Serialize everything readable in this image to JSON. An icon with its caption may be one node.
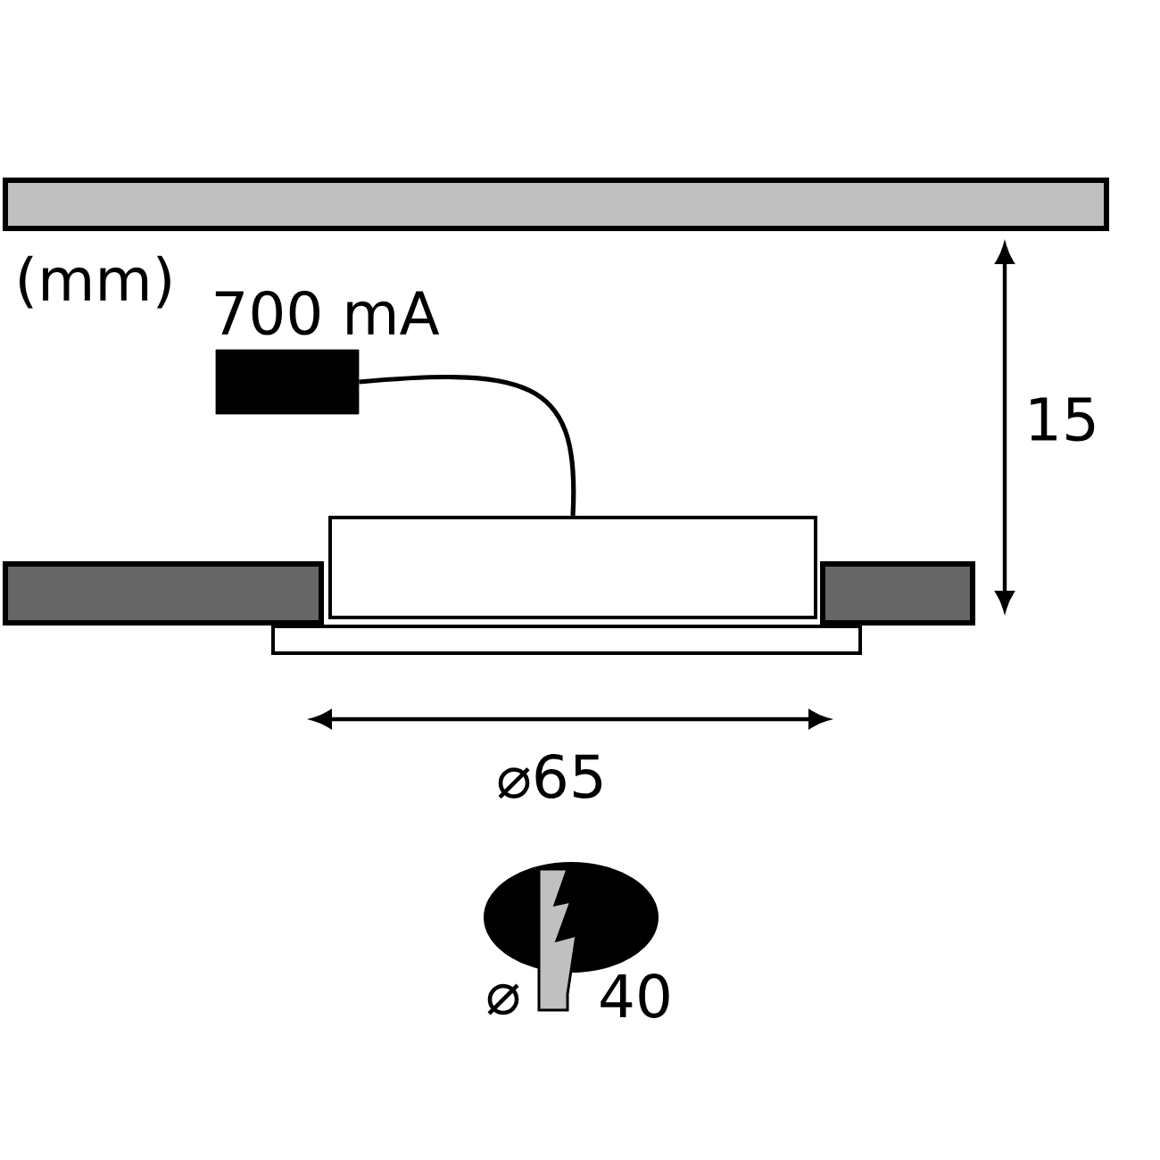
{
  "diagram": {
    "nodes": [
      {
        "text": [
          "700 mA"
        ]
      },
      {
        "text": [],
        "shape": "box"
      }
    ],
    "edges": [
      {
        "from": 0,
        "to": 1,
        "arrow": "none"
      }
    ],
    "labels": [
      "(mm)",
      "15",
      "⌀65",
      "⌀",
      "40"
    ]
  }
}
